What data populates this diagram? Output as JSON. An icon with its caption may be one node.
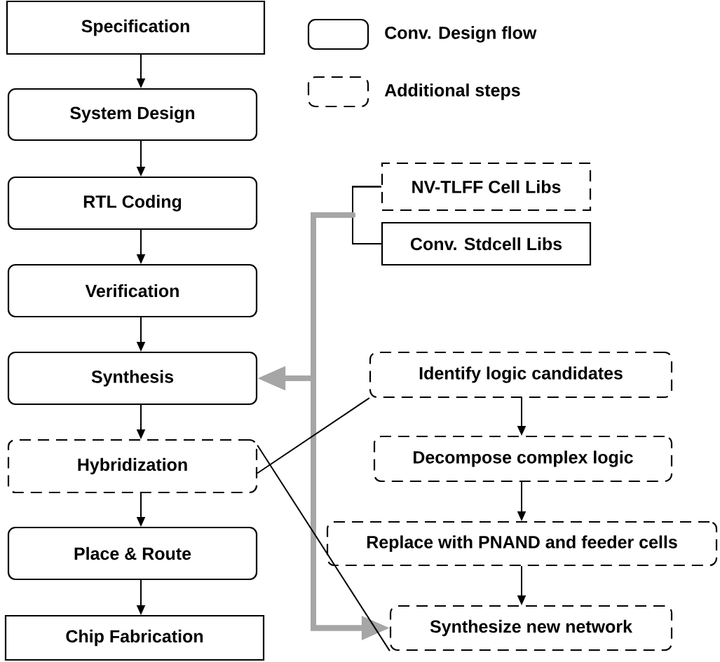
{
  "diagram": {
    "nodes": [
      {
        "text": [
          "Specification"
        ]
      },
      {
        "text": [
          "System Design"
        ]
      },
      {
        "text": [
          "RTL Coding"
        ]
      },
      {
        "text": [
          "Verification"
        ]
      },
      {
        "text": [
          "Synthesis"
        ]
      },
      {
        "text": [
          "Hybridization"
        ]
      },
      {
        "text": [
          "Place & Route"
        ]
      },
      {
        "text": [
          "Chip Fabrication"
        ]
      },
      {
        "text": [
          "NV-TLFF Cell Libs"
        ]
      },
      {
        "text": [
          "Conv. Stdcell Libs"
        ]
      },
      {
        "text": [
          "Identify logic candidates"
        ]
      },
      {
        "text": [
          "Decompose complex logic"
        ]
      },
      {
        "text": [
          "Replace with PNAND and feeder cells"
        ]
      },
      {
        "text": [
          "Synthesize new network"
        ]
      }
    ],
    "edges": [
      {
        "from": 0,
        "to": 1,
        "arrow": "to"
      },
      {
        "from": 1,
        "to": 2,
        "arrow": "to"
      },
      {
        "from": 2,
        "to": 3,
        "arrow": "to"
      },
      {
        "from": 3,
        "to": 4,
        "arrow": "to"
      },
      {
        "from": 4,
        "to": 5,
        "arrow": "to"
      },
      {
        "from": 5,
        "to": 6,
        "arrow": "to"
      },
      {
        "from": 6,
        "to": 7,
        "arrow": "to"
      },
      {
        "from": 8,
        "to": 4,
        "arrow": "to",
        "style": "thick",
        "color": "#a6a6a6"
      },
      {
        "from": 9,
        "to": 4,
        "arrow": "to",
        "style": "thick",
        "color": "#a6a6a6"
      },
      {
        "from": 8,
        "to": 13,
        "arrow": "to",
        "style": "thick",
        "color": "#a6a6a6"
      },
      {
        "from": 9,
        "to": 13,
        "arrow": "to",
        "style": "thick",
        "color": "#a6a6a6"
      },
      {
        "from": 10,
        "to": 11,
        "arrow": "to"
      },
      {
        "from": 11,
        "to": 12,
        "arrow": "to"
      },
      {
        "from": 12,
        "to": 13,
        "arrow": "to"
      },
      {
        "from": 5,
        "to": 10,
        "arrow": "none"
      },
      {
        "from": 5,
        "to": 13,
        "arrow": "none"
      }
    ],
    "legend": [
      {
        "text": "Conv. Design flow"
      },
      {
        "text": "Additional steps"
      }
    ]
  }
}
